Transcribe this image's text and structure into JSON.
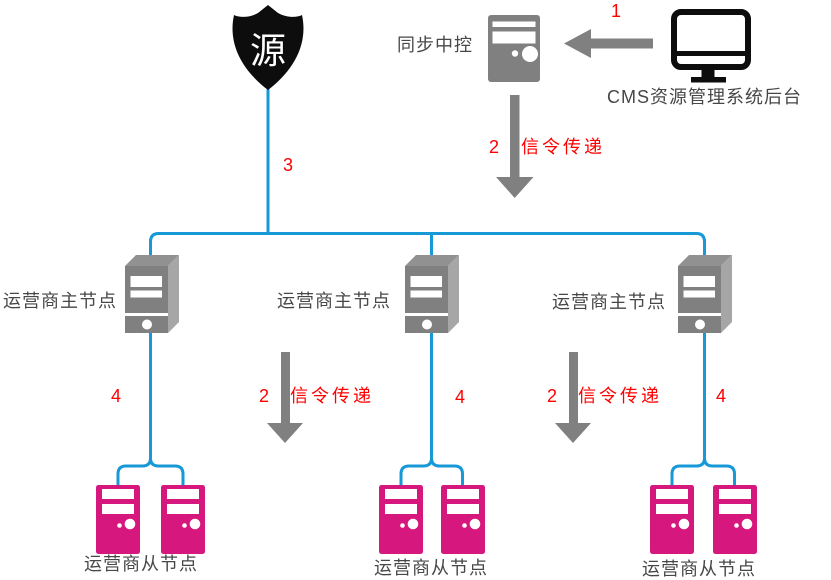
{
  "colors": {
    "blue": "#1699d6",
    "magenta": "#d6187e",
    "gray": "#808080",
    "gray_top": "#919191",
    "gray_side": "#a6a6a6",
    "red": "#ff0000",
    "text": "#474747",
    "black": "#0d0d0d",
    "white": "#ffffff"
  },
  "nodes": {
    "source": {
      "label": "源"
    },
    "sync": {
      "label": "同步中控"
    },
    "cms": {
      "label": "CMS资源管理系统后台"
    },
    "masters": [
      {
        "label": "运营商主节点"
      },
      {
        "label": "运营商主节点"
      },
      {
        "label": "运营商主节点"
      }
    ],
    "slaves": [
      {
        "label": "运营商从节点"
      },
      {
        "label": "运营商从节点"
      },
      {
        "label": "运营商从节点"
      }
    ]
  },
  "steps": {
    "s1": "1",
    "s2": "2",
    "s3": "3",
    "s4": "4"
  },
  "labels": {
    "signal": "信令传递"
  }
}
